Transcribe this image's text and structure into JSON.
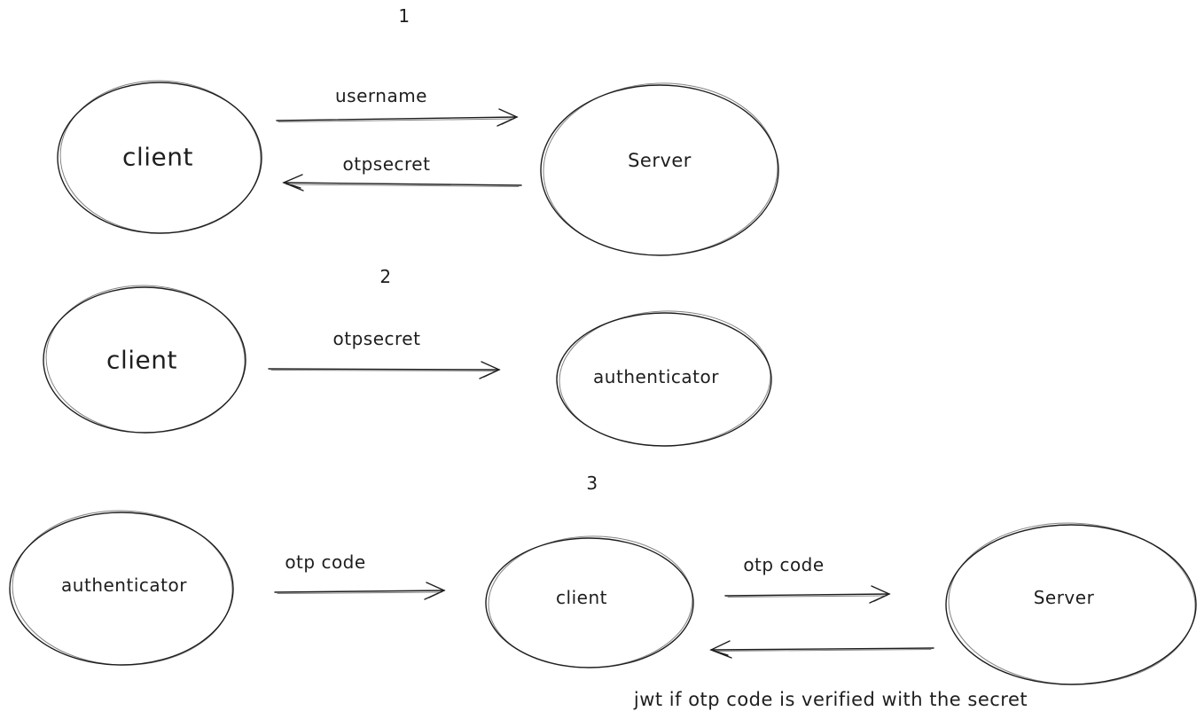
{
  "colors": {
    "stroke": "#1e1e1e",
    "background": "#ffffff"
  },
  "sections": {
    "s1": {
      "number": "1",
      "client_label": "client",
      "server_label": "Server",
      "arrow_username": "username",
      "arrow_otpsecret": "otpsecret"
    },
    "s2": {
      "number": "2",
      "client_label": "client",
      "authenticator_label": "authenticator",
      "arrow_otpsecret": "otpsecret"
    },
    "s3": {
      "number": "3",
      "authenticator_label": "authenticator",
      "client_label": "client",
      "server_label": "Server",
      "arrow_otp_code_1": "otp code",
      "arrow_otp_code_2": "otp code",
      "arrow_jwt": "jwt if otp code is verified with the secret"
    }
  }
}
